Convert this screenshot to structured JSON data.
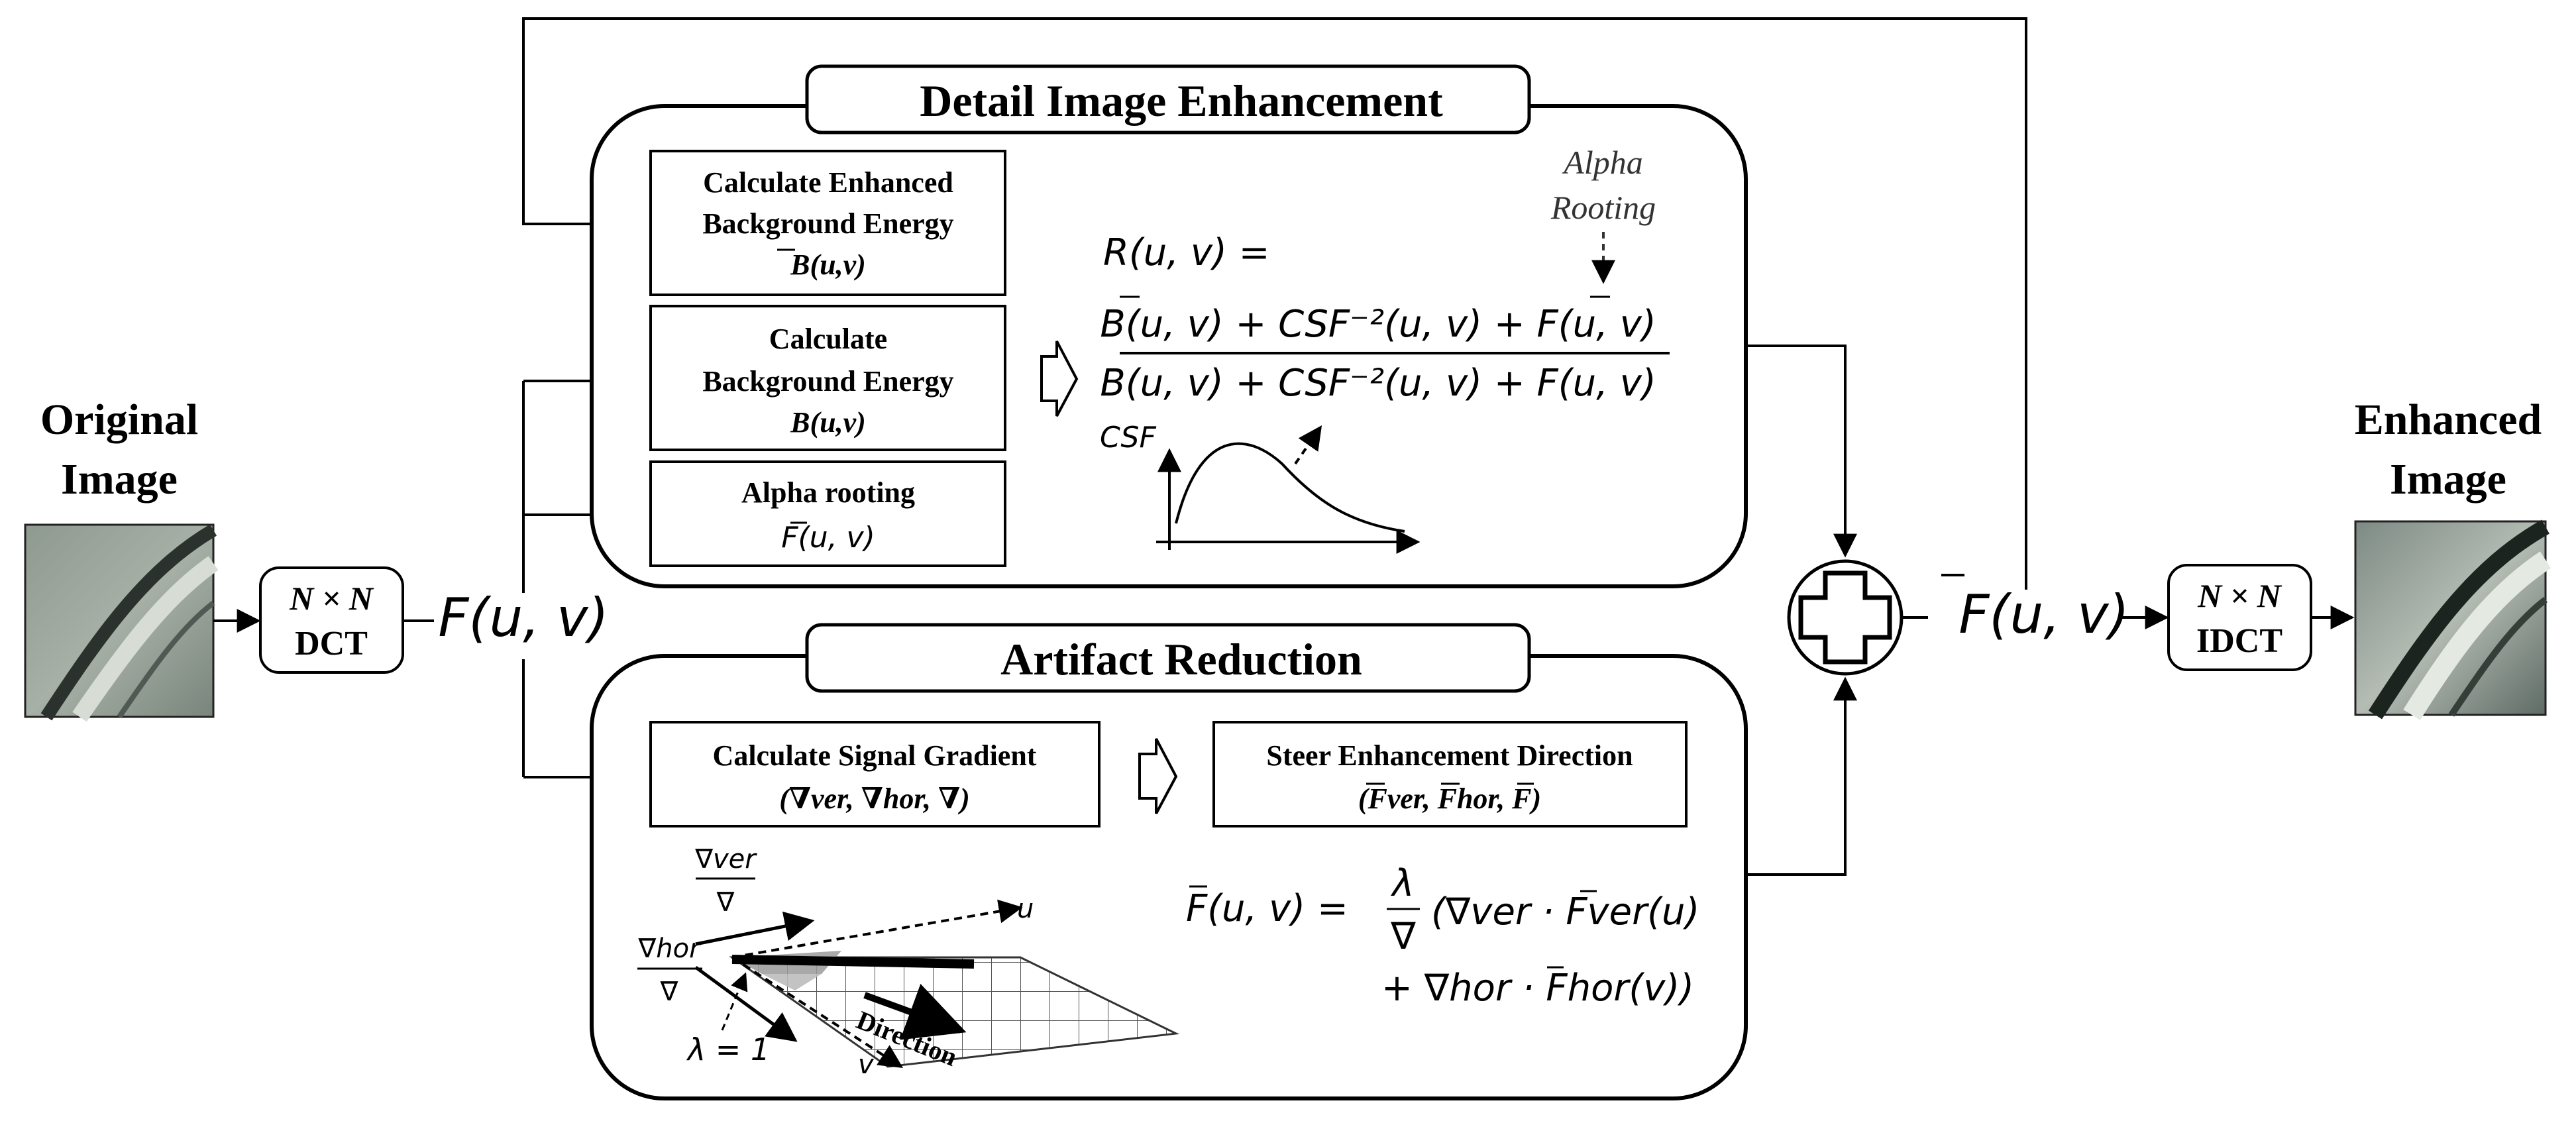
{
  "inputs": {
    "original_title_1": "Original",
    "original_title_2": "Image",
    "enhanced_title_1": "Enhanced",
    "enhanced_title_2": "Image"
  },
  "dct_box": {
    "line1": "N × N",
    "line2": "DCT"
  },
  "idct_box": {
    "line1": "N × N",
    "line2": "IDCT"
  },
  "signals": {
    "input_fuv": "F(u, v)",
    "output_fuv": "F(u, v)"
  },
  "detail_panel": {
    "title": "Detail Image Enhancement",
    "box1": {
      "line1": "Calculate Enhanced",
      "line2": "Background Energy",
      "math": "B(u,v)"
    },
    "box2": {
      "line1": "Calculate",
      "line2": "Background Energy",
      "math": "B(u,v)"
    },
    "box3": {
      "line1": "Alpha rooting",
      "math": "F(u, v)"
    },
    "alpha_note_1": "Alpha",
    "alpha_note_2": "Rooting",
    "r_lhs": "R(u, v)  =",
    "numerator": "B(u, v) + CSF⁻²(u, v) + F(u, v)",
    "denominator": "B(u, v) + CSF⁻²(u, v) + F(u, v)",
    "csf_label": "CSF"
  },
  "artifact_panel": {
    "title": "Artifact Reduction",
    "gradient_box": {
      "line1": "Calculate Signal Gradient",
      "math": "(∇ver, ∇hor, ∇)"
    },
    "steer_box": {
      "line1": "Steer Enhancement Direction",
      "math": "(Fver, Fhor, F)"
    },
    "grad_ver_num": "∇ver",
    "grad_den": "∇",
    "grad_hor_num": "∇hor",
    "lambda_label": "λ = 1",
    "axis_u": "u",
    "axis_v": "v",
    "direction_label": "Direction",
    "eq_lhs": "F(u, v)  =",
    "eq_frac_num": "λ",
    "eq_frac_den": "∇",
    "eq_line1": "(∇ver · Fver(u)",
    "eq_line2": "+ ∇hor · Fhor(v))"
  }
}
